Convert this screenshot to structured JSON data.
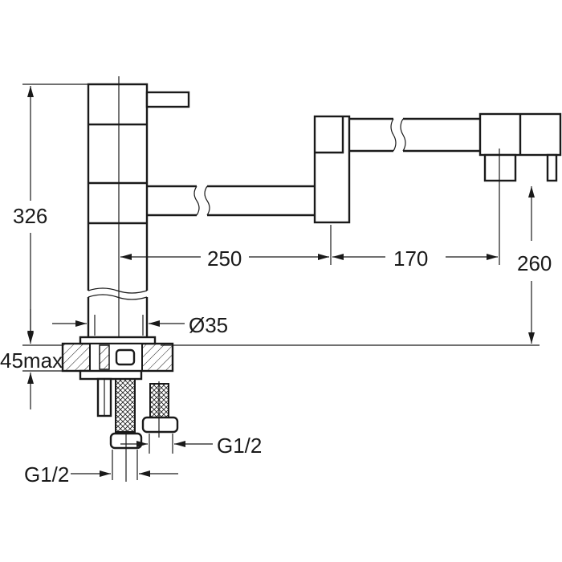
{
  "dimensions": {
    "height_total": "326",
    "spout_reach_1": "250",
    "spout_reach_2": "170",
    "spout_height": "260",
    "diameter": "Ø35",
    "max_thickness": "45max",
    "connection_right": "G1/2",
    "connection_left": "G1/2"
  }
}
